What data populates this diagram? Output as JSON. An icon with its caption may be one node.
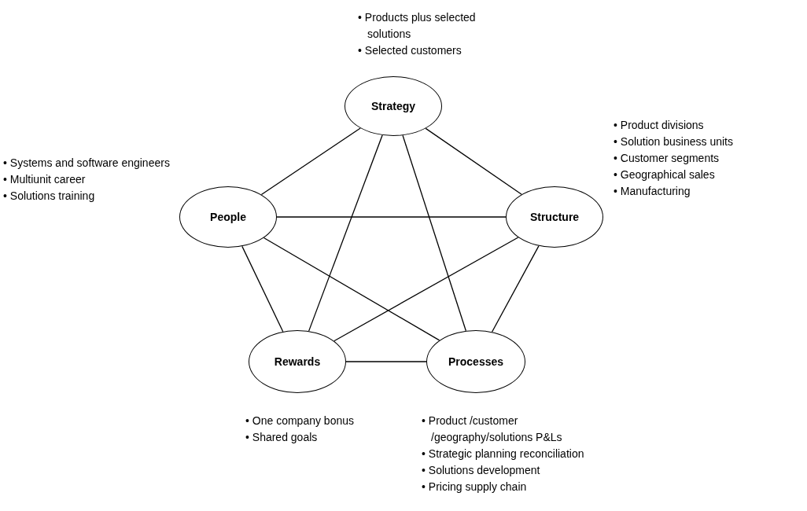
{
  "diagram": {
    "nodes": [
      {
        "text": [
          "Strategy"
        ],
        "beside": [
          "• Products plus selected solutions",
          "• Selected customers"
        ]
      },
      {
        "text": [
          "People"
        ],
        "beside": [
          "• Systems and software engineers",
          "• Multiunit career",
          "• Solutions training"
        ]
      },
      {
        "text": [
          "Structure"
        ],
        "beside": [
          "• Product divisions",
          "• Solution business units",
          "• Customer segments",
          "• Geographical sales",
          "• Manufacturing"
        ]
      },
      {
        "text": [
          "Rewards"
        ],
        "beside": [
          "• One company bonus",
          "• Shared goals"
        ]
      },
      {
        "text": [
          "Processes"
        ],
        "beside": [
          "• Product /customer /geography/solutions P&Ls",
          "• Strategic planning reconciliation",
          "• Solutions development",
          "• Pricing supply chain"
        ]
      }
    ],
    "edges": [
      {
        "from": 0,
        "to": 1,
        "arrow": "none"
      },
      {
        "from": 0,
        "to": 2,
        "arrow": "none"
      },
      {
        "from": 0,
        "to": 3,
        "arrow": "none"
      },
      {
        "from": 0,
        "to": 4,
        "arrow": "none"
      },
      {
        "from": 1,
        "to": 2,
        "arrow": "none"
      },
      {
        "from": 1,
        "to": 3,
        "arrow": "none"
      },
      {
        "from": 1,
        "to": 4,
        "arrow": "none"
      },
      {
        "from": 2,
        "to": 3,
        "arrow": "none"
      },
      {
        "from": 2,
        "to": 4,
        "arrow": "none"
      },
      {
        "from": 3,
        "to": 4,
        "arrow": "none"
      }
    ]
  }
}
